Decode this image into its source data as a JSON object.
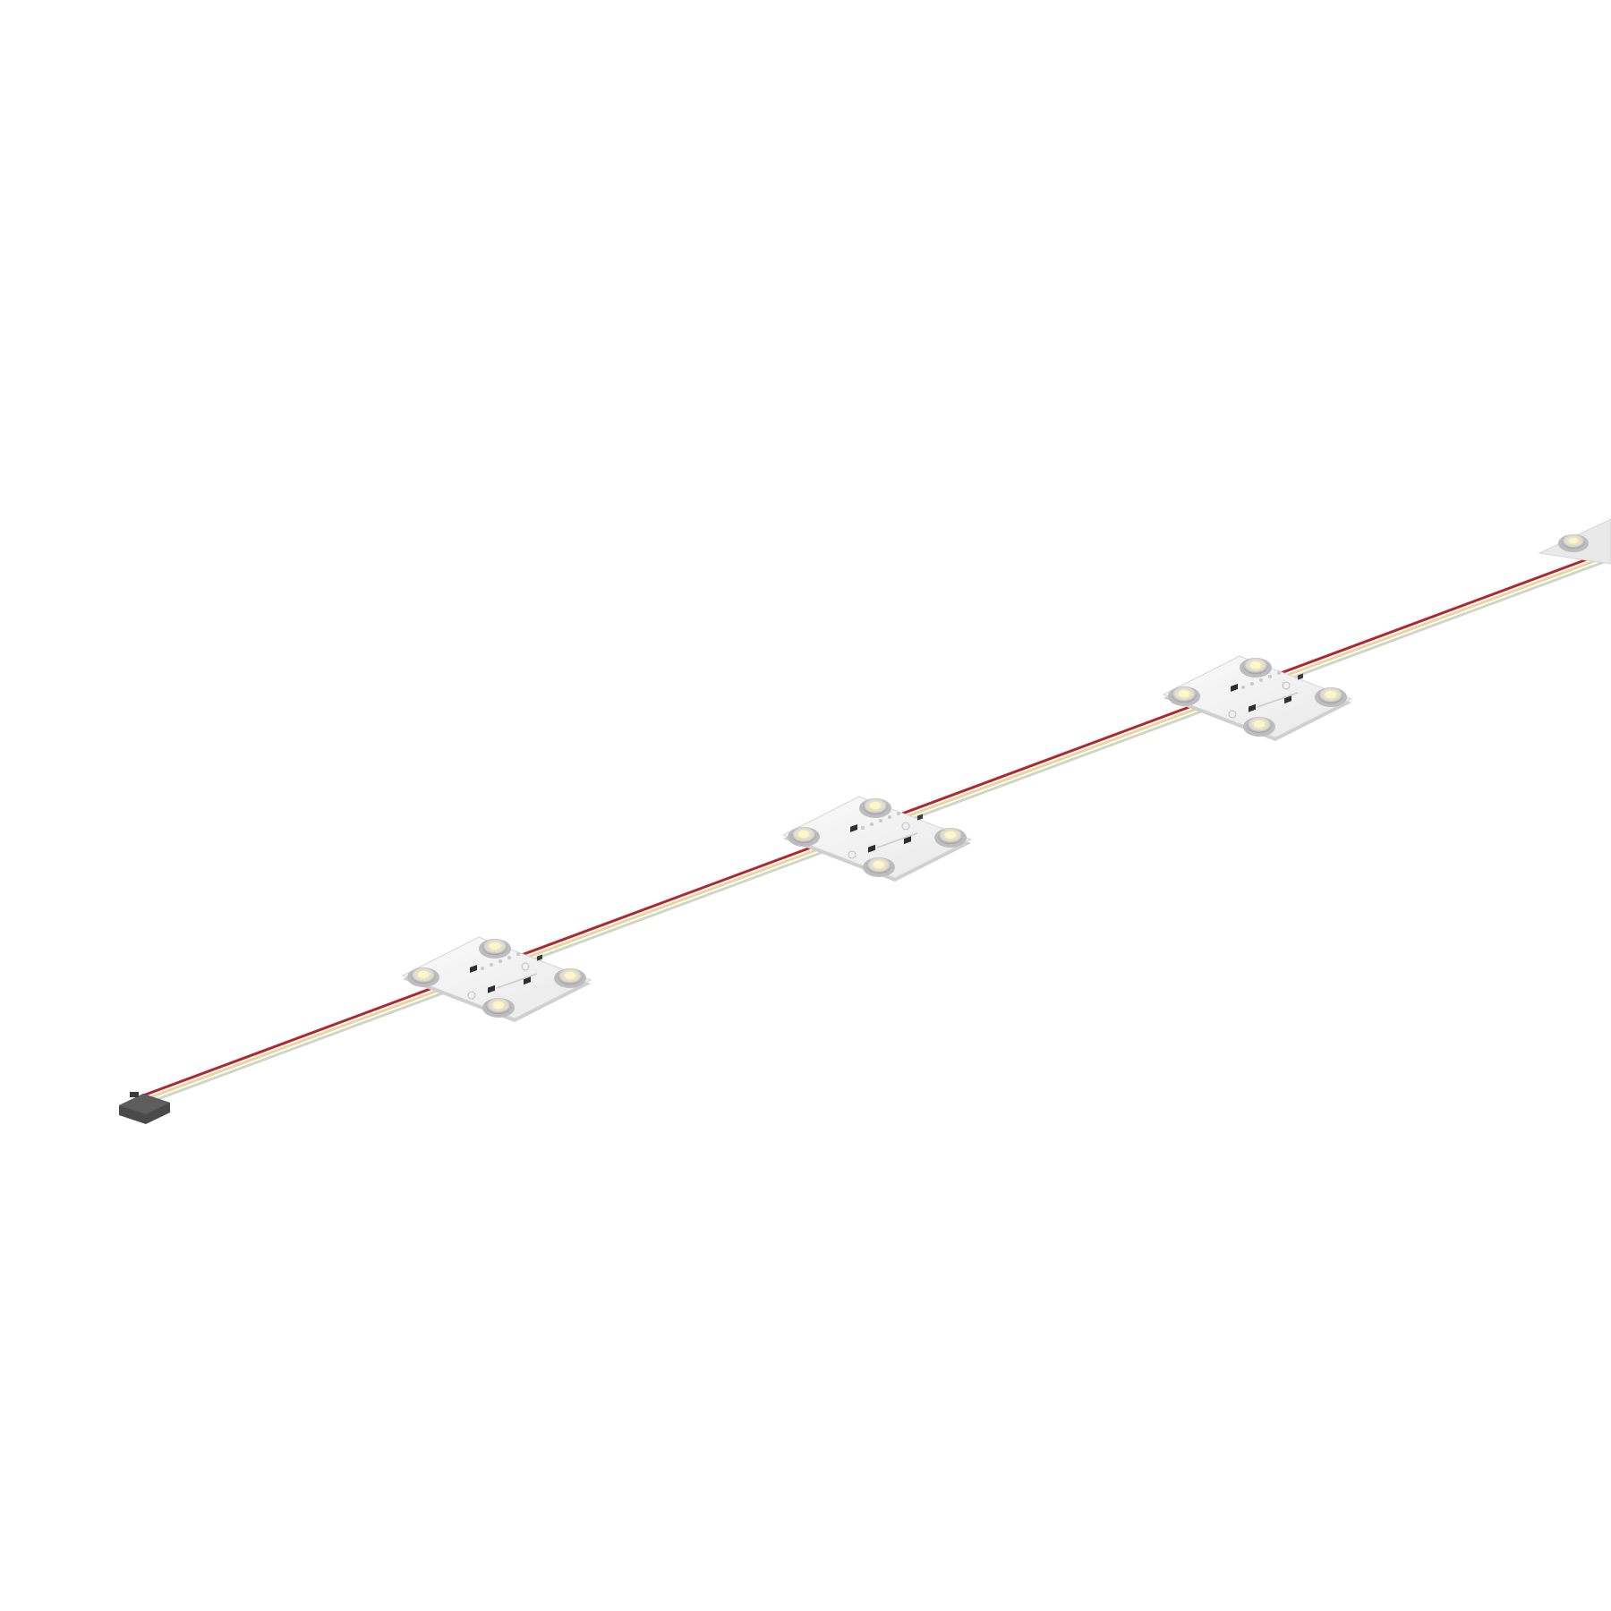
{
  "product_render": {
    "subject": "led-module-string",
    "module_count_visible": 4,
    "leds_per_module": 4,
    "wire_colors": {
      "positive": "#b3262e",
      "negative": "#e6d6a0",
      "signal": "#cfd6c8"
    },
    "board_color": "#f4f4f4",
    "connector_color": "#4a4a4a",
    "background": "#ffffff"
  }
}
